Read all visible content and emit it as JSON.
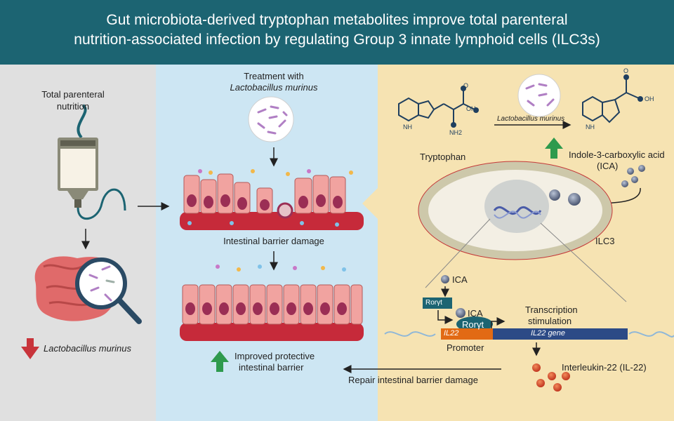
{
  "title": {
    "line1": "Gut microbiota-derived tryptophan metabolites improve total parenteral",
    "line2": "nutrition-associated infection by regulating Group 3 innate lymphoid cells (ILC3s)"
  },
  "left_panel": {
    "tpn_line1": "Total parenteral",
    "tpn_line2": "nutrition",
    "decrease_label": "Lactobacillus murinus"
  },
  "middle_panel": {
    "treatment_line1": "Treatment with",
    "treatment_line2": "Lactobacillus murinus",
    "barrier_damage": "Intestinal barrier damage",
    "improved_line1": "Improved protective",
    "improved_line2": "intestinal barrier"
  },
  "right_panel": {
    "tryptophan": "Tryptophan",
    "bacteria_label": "Lactobacillus murinus",
    "ica_line1": "Indole-3-carboxylic acid",
    "ica_line2": "(ICA)",
    "ilc3": "ILC3",
    "ica_small": "ICA",
    "rorgt_1": "Rorγt",
    "ica_bound": "ICA",
    "rorgt_2": "Rorγt",
    "transcription_line1": "Transcription",
    "transcription_line2": "stimulation",
    "il22_promoter": "IL22",
    "il22_gene": "IL22 gene",
    "promoter": "Promoter",
    "interleukin": "Interleukin-22 (IL-22)",
    "repair": "Repair intestinal barrier damage",
    "nh2": "NH2",
    "oh_1": "OH",
    "oh_2": "OH",
    "o_1": "O",
    "o_2": "O",
    "nh_1": "NH",
    "nh_2": "NH"
  },
  "colors": {
    "header": "#1c6472",
    "left_bg": "#e0e0e0",
    "mid_bg": "#cde6f3",
    "right_bg": "#f6e3b2",
    "down_arrow": "#c8343b",
    "up_arrow": "#2e9a4d",
    "cell_pink": "#f1a3a0",
    "nucleus": "#9b2e55",
    "bacteria": "#b07fc4"
  }
}
